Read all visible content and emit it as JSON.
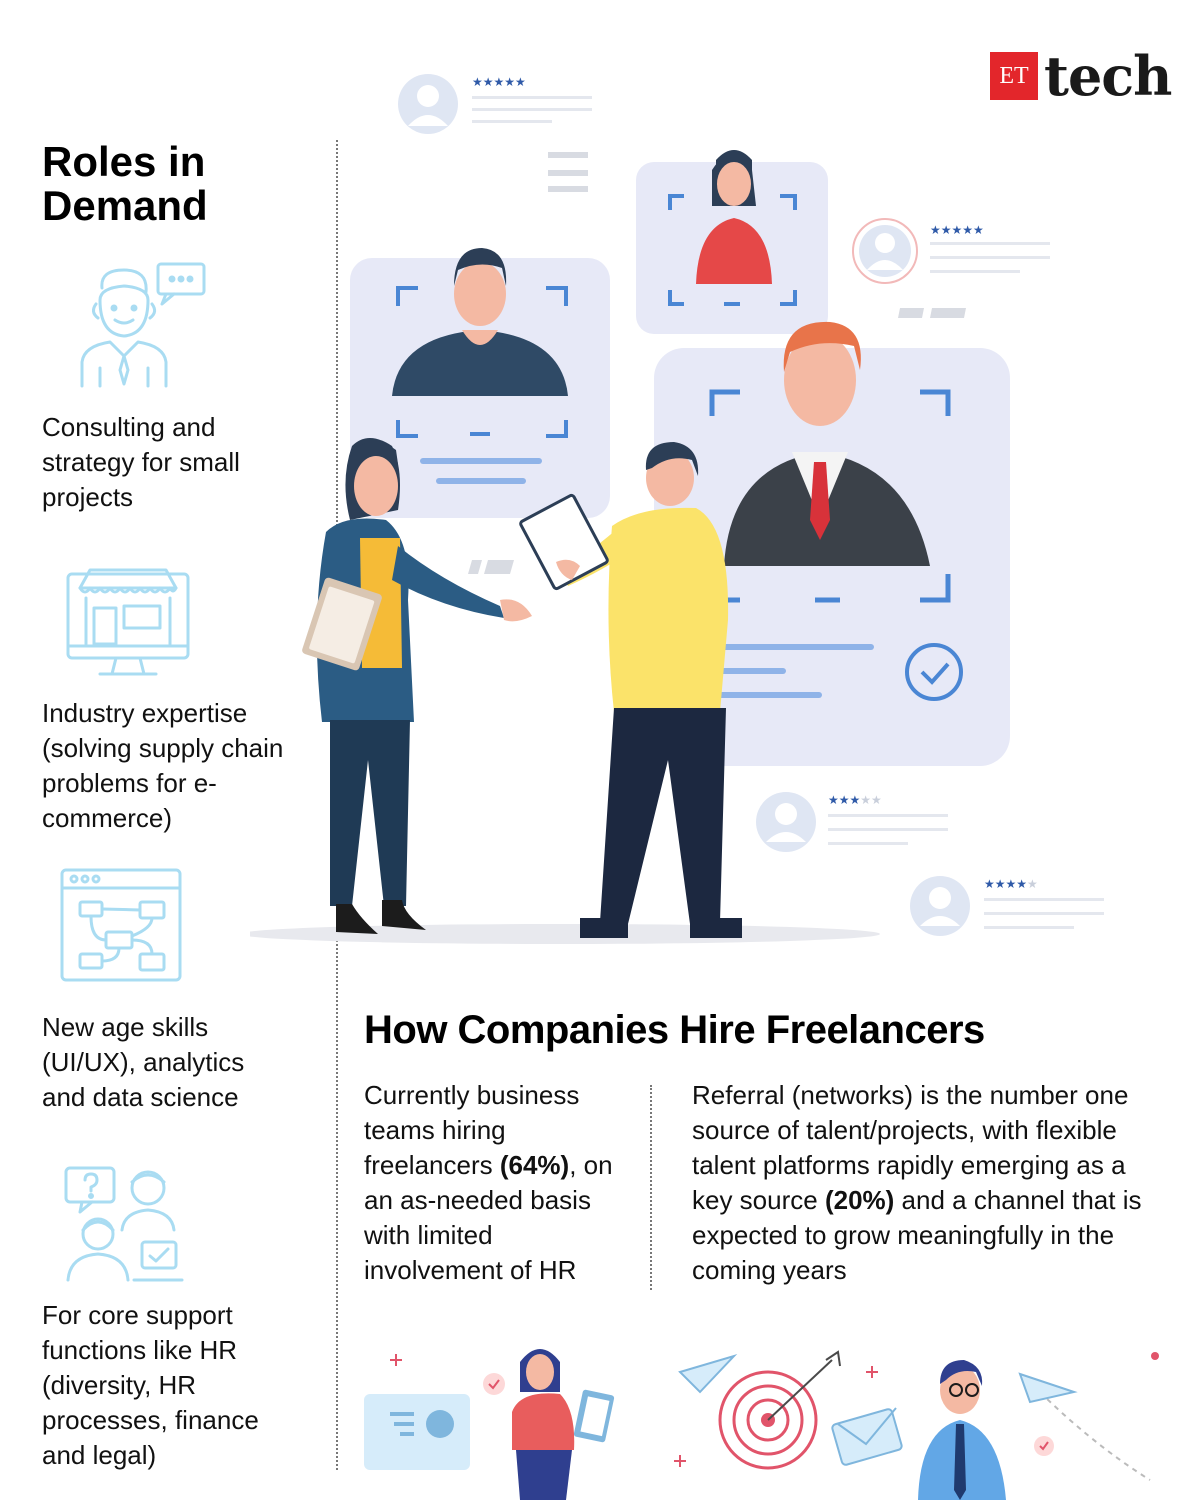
{
  "logo": {
    "et": "ET",
    "tech": "tech"
  },
  "roles": {
    "title": "Roles in Demand",
    "items": [
      {
        "icon": "consultant-icon",
        "text": "Consulting and strategy for small projects"
      },
      {
        "icon": "storefront-monitor-icon",
        "text": "Industry expertise (solving supply chain problems for e-commerce)"
      },
      {
        "icon": "flowchart-icon",
        "text": "New age skills (UI/UX), analytics and data science"
      },
      {
        "icon": "support-team-icon",
        "text": "For core support functions like HR (diversity, HR processes, finance and legal)"
      }
    ]
  },
  "hire": {
    "title": "How Companies Hire Freelancers",
    "left": {
      "before": "Currently business teams hiring freelancers ",
      "highlight": "(64%)",
      "after": ", on an as-needed basis with limited involvement of HR"
    },
    "right": {
      "before": "Referral (networks) is the number one source of talent/projects, with flexible talent platforms rapidly emerging as a key source ",
      "highlight": "(20%)",
      "after": " and a channel that is expected to grow meaningfully in the coming years"
    }
  },
  "colors": {
    "accent_red": "#e3262b",
    "icon_blue": "#a9dcf2",
    "card_bg": "#e7e9f7",
    "frame_blue": "#4a86d4"
  }
}
